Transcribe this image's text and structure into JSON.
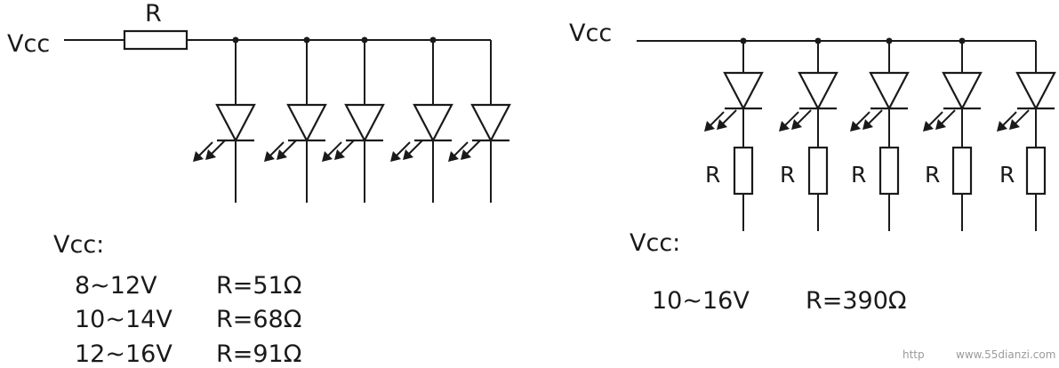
{
  "left_circuit": {
    "supply_label": "Vcc",
    "resistor_label": "R",
    "led_count": 5
  },
  "left_table": {
    "heading": "Vcc:",
    "rows": [
      {
        "range": "8~12V",
        "value": "R=51Ω"
      },
      {
        "range": "10~14V",
        "value": "R=68Ω"
      },
      {
        "range": "12~16V",
        "value": "R=91Ω"
      }
    ]
  },
  "right_circuit": {
    "supply_label": "Vcc",
    "resistor_labels": [
      "R",
      "R",
      "R",
      "R",
      "R"
    ],
    "led_count": 5
  },
  "right_table": {
    "heading": "Vcc:",
    "rows": [
      {
        "range": "10~16V",
        "value": "R=390Ω"
      }
    ]
  },
  "watermark": {
    "prefix": "http",
    "site": "www.55dianzi.com"
  }
}
